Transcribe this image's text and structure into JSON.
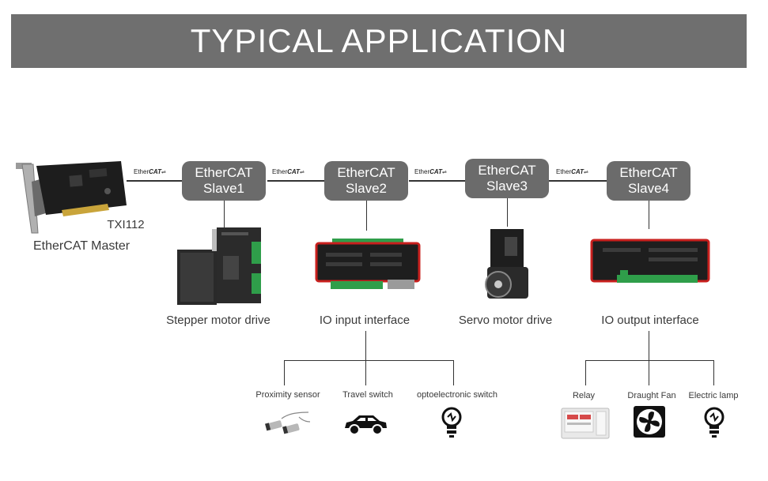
{
  "title": "TYPICAL APPLICATION",
  "master": {
    "model": "TXI112",
    "label": "EtherCAT Master"
  },
  "bus_logo": {
    "text": "Ether",
    "bold": "CAT"
  },
  "slaves": [
    {
      "line1": "EtherCAT",
      "line2": "Slave1",
      "device": "Stepper motor drive"
    },
    {
      "line1": "EtherCAT",
      "line2": "Slave2",
      "device": "IO input interface"
    },
    {
      "line1": "EtherCAT",
      "line2": "Slave3",
      "device": "Servo motor drive"
    },
    {
      "line1": "EtherCAT",
      "line2": "Slave4",
      "device": "IO output interface"
    }
  ],
  "inputs": [
    {
      "label": "Proximity sensor",
      "icon": "proximity-sensor-icon"
    },
    {
      "label": "Travel switch",
      "icon": "car-icon"
    },
    {
      "label": "optoelectronic switch",
      "icon": "bulb-icon"
    }
  ],
  "outputs": [
    {
      "label": "Relay",
      "icon": "relay-icon"
    },
    {
      "label": "Draught Fan",
      "icon": "fan-icon"
    },
    {
      "label": "Electric lamp",
      "icon": "bulb-icon"
    }
  ],
  "colors": {
    "banner": "#6f6f6f",
    "slave_box": "#6b6b6b",
    "module_red": "#c8201e",
    "terminal_green": "#2f9e4a"
  }
}
